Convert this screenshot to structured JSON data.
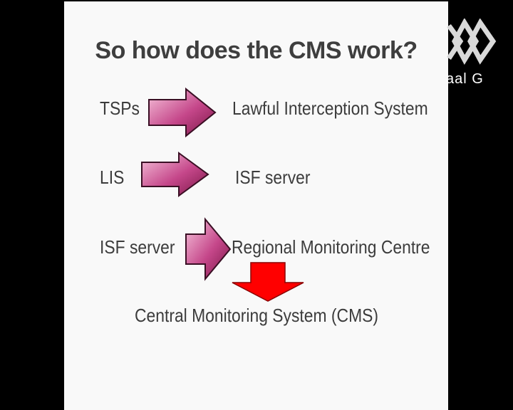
{
  "slide": {
    "title": "So how does the CMS work?",
    "rows": [
      {
        "left": "TSPs",
        "right": "Lawful Interception System"
      },
      {
        "left": "LIS",
        "right": "ISF server"
      },
      {
        "left": "ISF server",
        "right": "Regional Monitoring Centre"
      }
    ],
    "final": "Central Monitoring System (CMS)"
  },
  "watermark": {
    "text": "aal G"
  },
  "colors": {
    "arrow_main": "#b0306f",
    "arrow_light": "#f5b8d6",
    "arrow_down": "#ff0000",
    "text": "#3c3c3c"
  },
  "icons": {
    "right_arrow": "pink-right-arrow-icon",
    "down_arrow": "red-down-arrow-icon",
    "logo": "channel-logo-icon"
  }
}
